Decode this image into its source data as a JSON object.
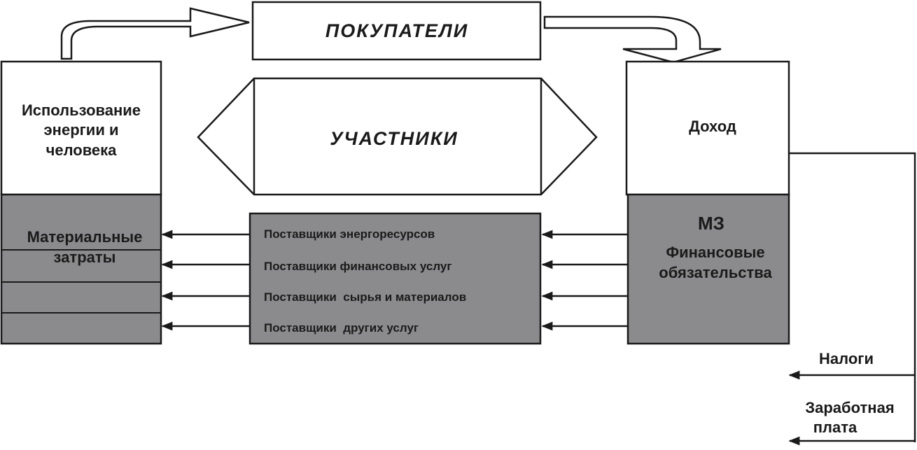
{
  "diagram": {
    "buyers": "ПОКУПАТЕЛИ",
    "participants": "УЧАСТНИКИ",
    "usage": {
      "line1": "Использование",
      "line2": "энергии и",
      "line3": "человека"
    },
    "material_costs": {
      "line1": "Материальные",
      "line2": "затраты"
    },
    "income": "Доход",
    "mz": "МЗ",
    "financial": {
      "line1": "Финансовые",
      "line2": "обязательства"
    },
    "suppliers": [
      "Поставщики энергоресурсов",
      "Поставщики финансовых услуг",
      "Поставщики  сырья и материалов",
      "Поставщики  других услуг"
    ],
    "taxes": "Налоги",
    "salary": {
      "line1": "Заработная",
      "line2": "плата"
    }
  },
  "colors": {
    "gray_fill": "#8b8b8d",
    "stroke": "#1a1a1a",
    "white": "#ffffff"
  }
}
